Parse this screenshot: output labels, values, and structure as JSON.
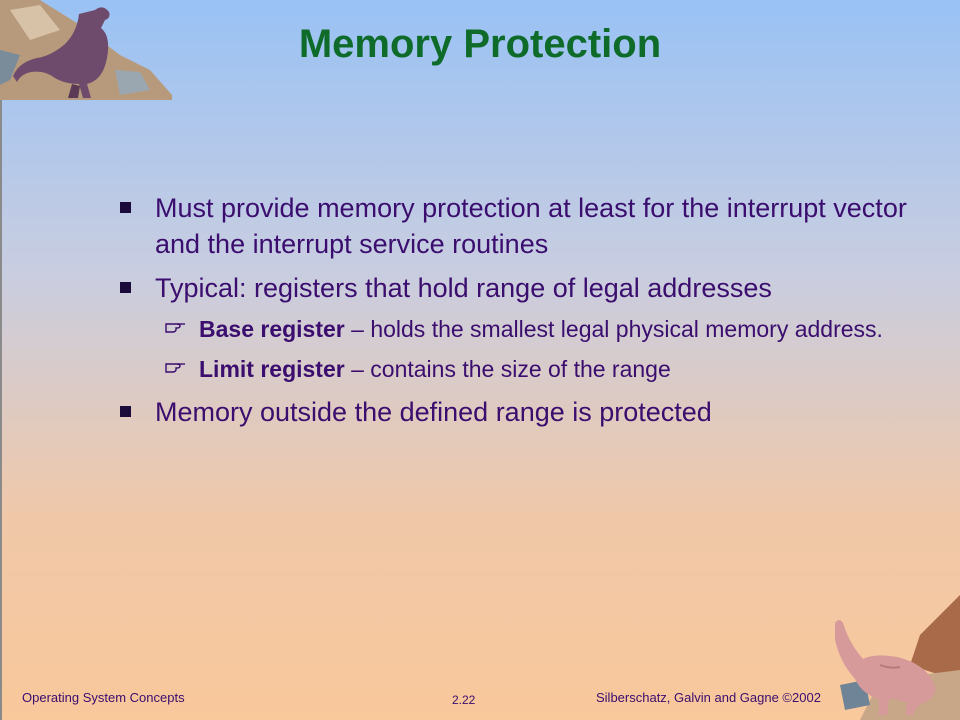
{
  "title": "Memory Protection",
  "bullets": [
    {
      "text": "Must provide memory protection at least for the interrupt vector and the interrupt service routines"
    },
    {
      "text": "Typical: registers that hold range of legal addresses"
    },
    {
      "text": "Memory outside the defined range is protected"
    }
  ],
  "sub_bullets": [
    {
      "term": "Base register",
      "rest": " – holds the smallest legal physical memory address."
    },
    {
      "term": "Limit register",
      "rest": " – contains the size of the range"
    }
  ],
  "footer": {
    "left": "Operating System Concepts",
    "page": "2.22",
    "right": "Silberschatz, Galvin and  Gagne ©2002"
  },
  "colors": {
    "title": "#0e6b2a",
    "text": "#3a0d6e"
  }
}
